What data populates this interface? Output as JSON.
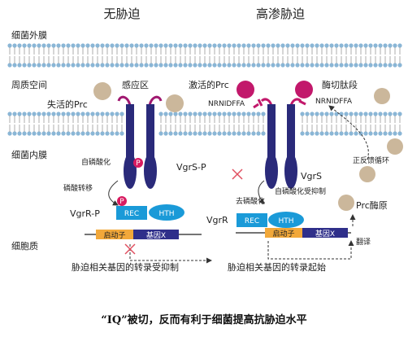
{
  "titles": {
    "left": "无胁迫",
    "right": "高渗胁迫"
  },
  "regions": {
    "outer_membrane": "细菌外膜",
    "periplasm": "周质空间",
    "inner_membrane": "细菌内膜",
    "cytoplasm": "细胞质"
  },
  "left": {
    "sensor_label": "感应区",
    "inactive_prc": "失活的Prc",
    "vgrs_p": "VgrS-P",
    "autophos": "自磷酸化",
    "phospho_transfer": "磷酸转移",
    "p": "P",
    "vgrr_p": "VgrR-P",
    "rec": "REC",
    "hth": "HTH",
    "promoter": "启动子",
    "gene": "基因X",
    "result": "胁迫相关基因的转录受抑制"
  },
  "right": {
    "active_prc": "激活的Prc",
    "cleaved_peptide": "酶切肽段",
    "peptide_seq_left": "NRNIDFFA",
    "peptide_seq_right": "NRNIDFFA",
    "vgrs": "VgrS",
    "dephos": "去磷酸化",
    "autophos_inhibited": "自磷酸化受抑制",
    "positive_feedback": "正反馈循环",
    "prc_precursor": "Prc酶原",
    "vgrr": "VgrR",
    "rec": "REC",
    "hth": "HTH",
    "promoter": "启动子",
    "gene": "基因X",
    "translation": "翻译",
    "result": "胁迫相关基因的转录起始"
  },
  "caption": "“IQ”被切，反而有利于细菌提高抗胁迫水平",
  "colors": {
    "membrane_head": "#8ab6d6",
    "receptor": "#2a2a7a",
    "sensor_loop": "#a01870",
    "prc_inactive": "#cbb79b",
    "prc_active": "#c2186b",
    "rec_box": "#1a9ad8",
    "hth_ellipse": "#1a9ad8",
    "promoter_box": "#f2a83a",
    "gene_box": "#2f2f8a",
    "phospho": "#d81b60",
    "inhibit_x": "#e05060"
  }
}
